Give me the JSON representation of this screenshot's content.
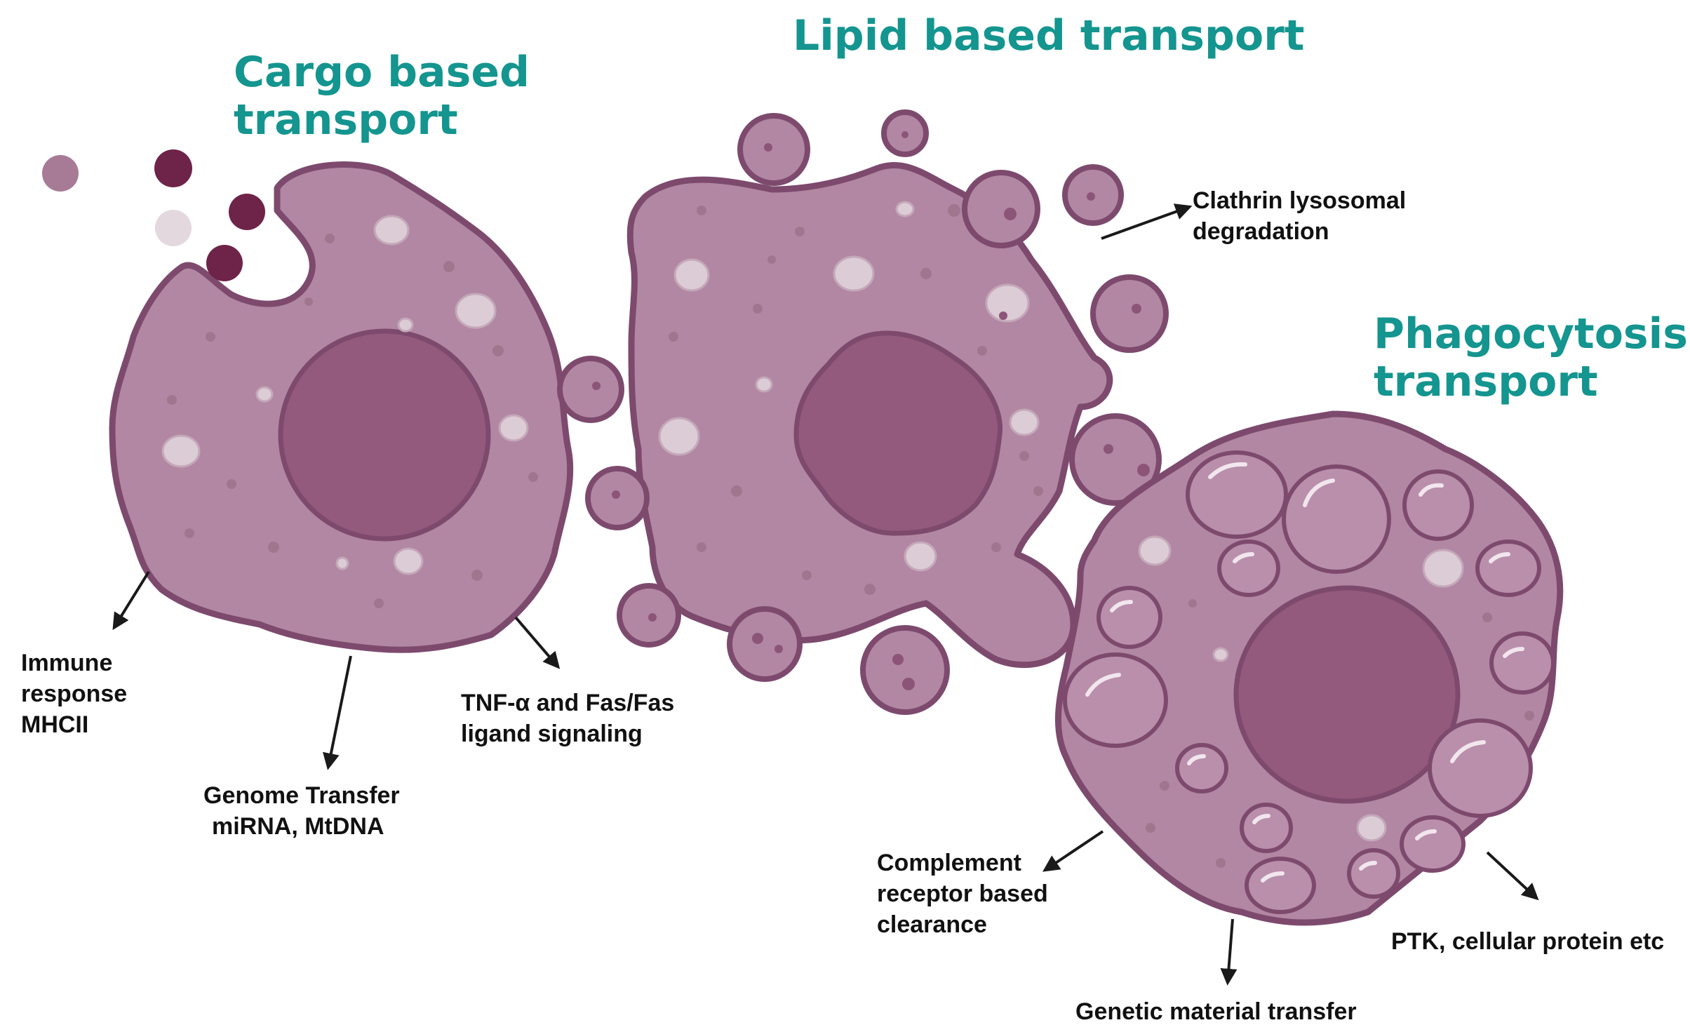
{
  "colors": {
    "heading": "#14958f",
    "cell_fill": "#b287a3",
    "cell_outline": "#7d4a6e",
    "nucleus": "#935a7d",
    "particle_dark": "#6e2348",
    "particle_mid": "#a77a95",
    "particle_light": "#e2d8de",
    "arrow": "#1a1a1a"
  },
  "headings": {
    "cargo": [
      "Cargo based",
      "transport"
    ],
    "lipid": [
      "Lipid based transport"
    ],
    "phago": [
      "Phagocytosis",
      "transport"
    ]
  },
  "labels": {
    "immune": [
      "Immune",
      "response",
      "MHCII"
    ],
    "genome": [
      "Genome Transfer",
      "miRNA,  MtDNA"
    ],
    "tnf": [
      "TNF-α and Fas/Fas",
      "ligand signaling"
    ],
    "clathrin": [
      "Clathrin lysosomal",
      "degradation"
    ],
    "complement": [
      "Complement",
      "receptor based",
      "clearance"
    ],
    "genetic": [
      "Genetic material transfer"
    ],
    "ptk": [
      "PTK, cellular protein etc"
    ]
  }
}
